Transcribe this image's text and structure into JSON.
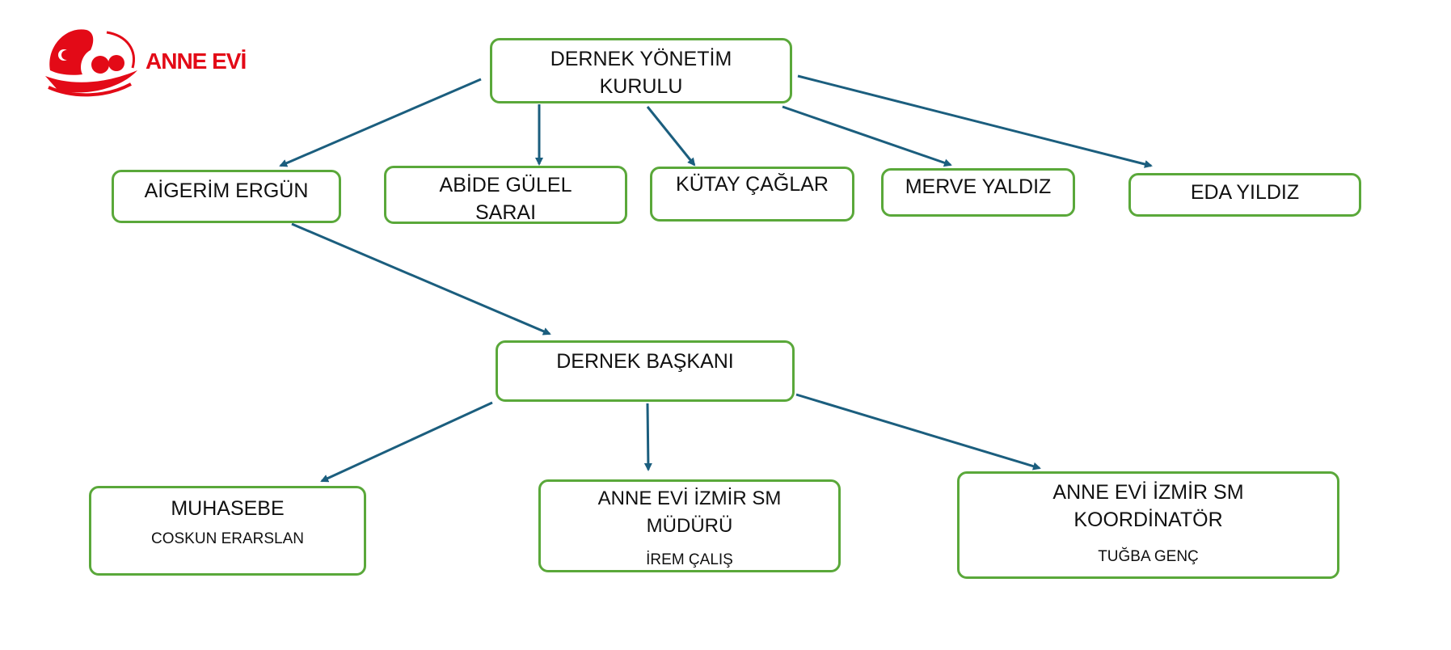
{
  "logo": {
    "text": "ANNE EVİ",
    "color": "#e30a17"
  },
  "colors": {
    "border": "#5aa83a",
    "arrow": "#1b5e7e"
  },
  "nodes": {
    "board": {
      "title": "DERNEK YÖNETİM KURULU"
    },
    "m1": {
      "title": "AİGERİM ERGÜN"
    },
    "m2": {
      "title": "ABİDE GÜLEL SARAI"
    },
    "m3": {
      "title": "KÜTAY ÇAĞLAR"
    },
    "m4": {
      "title": "MERVE YALDIZ"
    },
    "m5": {
      "title": "EDA YILDIZ"
    },
    "president": {
      "title": "DERNEK BAŞKANI"
    },
    "accounting": {
      "title": "MUHASEBE",
      "name": "COSKUN ERARSLAN"
    },
    "manager": {
      "title": "ANNE EVİ İZMİR SM MÜDÜRÜ",
      "name": "İREM ÇALIŞ"
    },
    "coordinator": {
      "title": "ANNE EVİ İZMİR SM KOORDİNATÖR",
      "name": "TUĞBA GENÇ"
    }
  }
}
